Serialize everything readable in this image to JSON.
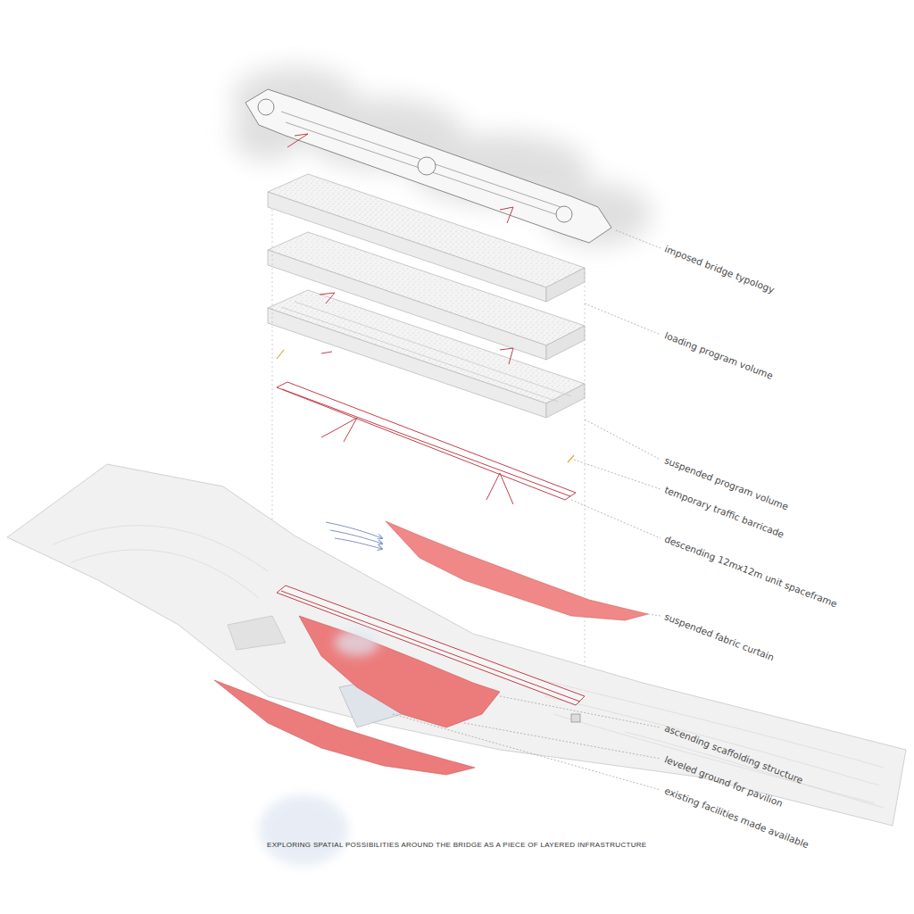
{
  "diagram": {
    "caption": "EXPLORING SPATIAL POSSIBILITIES AROUND THE BRIDGE AS A PIECE OF LAYERED INFRASTRUCTURE",
    "labels": [
      "imposed bridge typology",
      "loading program volume",
      "suspended program volume",
      "temporary traffic barricade",
      "descending 12mx12m unit spaceframe",
      "suspended fabric curtain",
      "ascending scaffolding structure",
      "leveled ground for pavilion",
      "existing facilities made available"
    ]
  }
}
